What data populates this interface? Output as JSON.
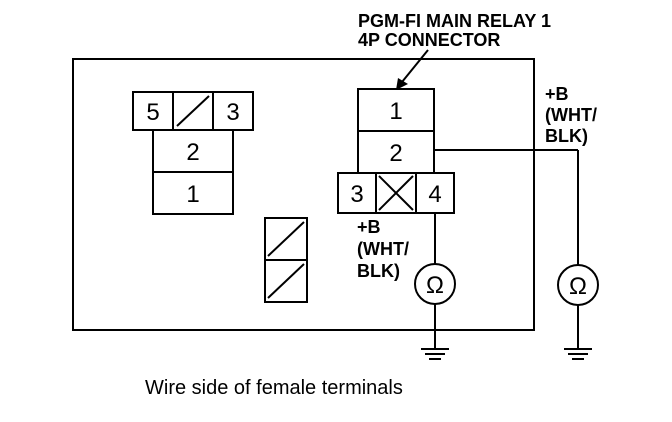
{
  "diagram": {
    "title": {
      "line1": "PGM-FI MAIN RELAY 1",
      "line2": "4P CONNECTOR"
    },
    "left_connector": {
      "pin_top_left": "5",
      "pin_top_right": "3",
      "pin_middle": "2",
      "pin_bottom": "1"
    },
    "relay_connector": {
      "pin_1": "1",
      "pin_2": "2",
      "pin_3": "3",
      "pin_4": "4"
    },
    "label_right": {
      "line1": "+B",
      "line2": "(WHT/",
      "line3": "BLK)"
    },
    "label_center": {
      "line1": "+B",
      "line2": "(WHT/",
      "line3": "BLK)"
    },
    "meter_symbol": "Ω",
    "caption": "Wire side of female terminals"
  }
}
